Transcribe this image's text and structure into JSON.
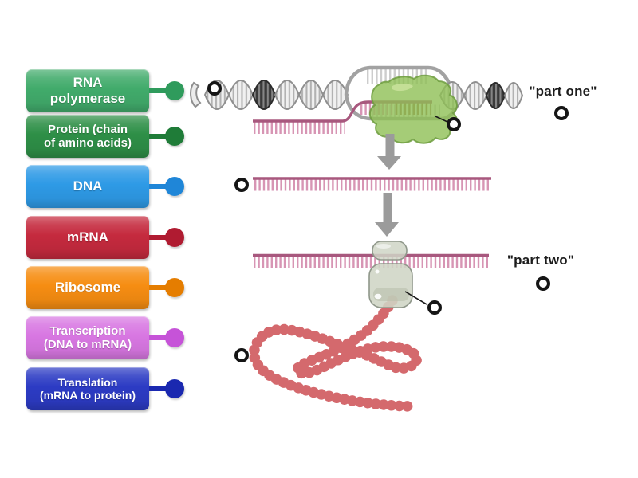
{
  "labels": [
    {
      "text": "RNA\npolymerase",
      "color": "#41ab6b",
      "pin_color": "#2f9b5c"
    },
    {
      "text": "Protein (chain\nof amino acids)",
      "color": "#2e8f47",
      "pin_color": "#1f7c38"
    },
    {
      "text": "DNA",
      "color": "#2e9ae6",
      "pin_color": "#1f86d8"
    },
    {
      "text": "mRNA",
      "color": "#c52a3e",
      "pin_color": "#b01b31"
    },
    {
      "text": "Ribosome",
      "color": "#f68d12",
      "pin_color": "#e57d00"
    },
    {
      "text": "Transcription\n(DNA to mRNA)",
      "color": "#d877e2",
      "pin_color": "#c653d8"
    },
    {
      "text": "Translation\n(mRNA to protein)",
      "color": "#2c3bc4",
      "pin_color": "#1a28b0"
    }
  ],
  "annotations": {
    "part_one": "\"part one\"",
    "part_two": "\"part two\""
  },
  "palette": {
    "dna_gray": "#b2b2b2",
    "dna_dark_segment": "#3a3a3a",
    "mrna_pink": "#d795b4",
    "mrna_rail": "#a8587e",
    "polymerase_green": "#8fbf55",
    "ribosome_body": "#cfd5c5",
    "protein_bead": "#d4696d",
    "arrow_gray": "#9b9b9b"
  }
}
